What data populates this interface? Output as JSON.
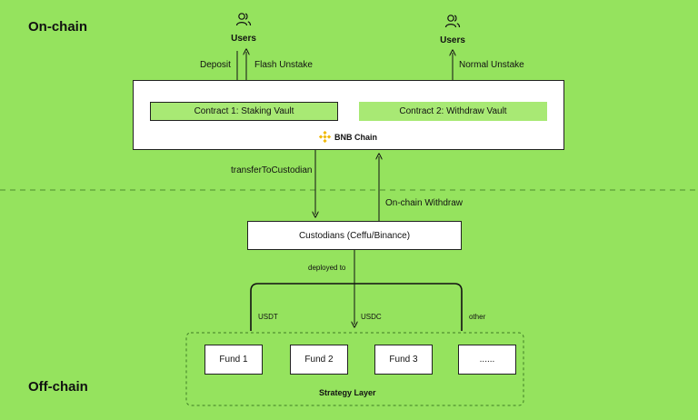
{
  "sections": {
    "onchain": "On-chain",
    "offchain": "Off-chain"
  },
  "users_left": {
    "label": "Users"
  },
  "users_right": {
    "label": "Users"
  },
  "arrows": {
    "deposit": "Deposit",
    "flash_unstake": "Flash Unstake",
    "normal_unstake": "Normal Unstake",
    "transfer_to_custodian": "transferToCustodian",
    "onchain_withdraw": "On-chain Withdraw",
    "deployed_to": "deployed to"
  },
  "bnb_chain": {
    "contract1": "Contract 1: Staking Vault",
    "contract2": "Contract 2: Withdraw Vault",
    "chain_label": "BNB Chain"
  },
  "custodians": {
    "label": "Custodians (Ceffu/Binance)"
  },
  "branches": {
    "usdt": "USDT",
    "usdc": "USDC",
    "other": "other"
  },
  "funds": [
    "Fund 1",
    "Fund 2",
    "Fund 3",
    "......"
  ],
  "strategy_layer": {
    "label": "Strategy Layer"
  },
  "colors": {
    "background": "#95e35e",
    "contract_fill": "#a8e974",
    "bnb_yellow": "#f0b90b"
  }
}
